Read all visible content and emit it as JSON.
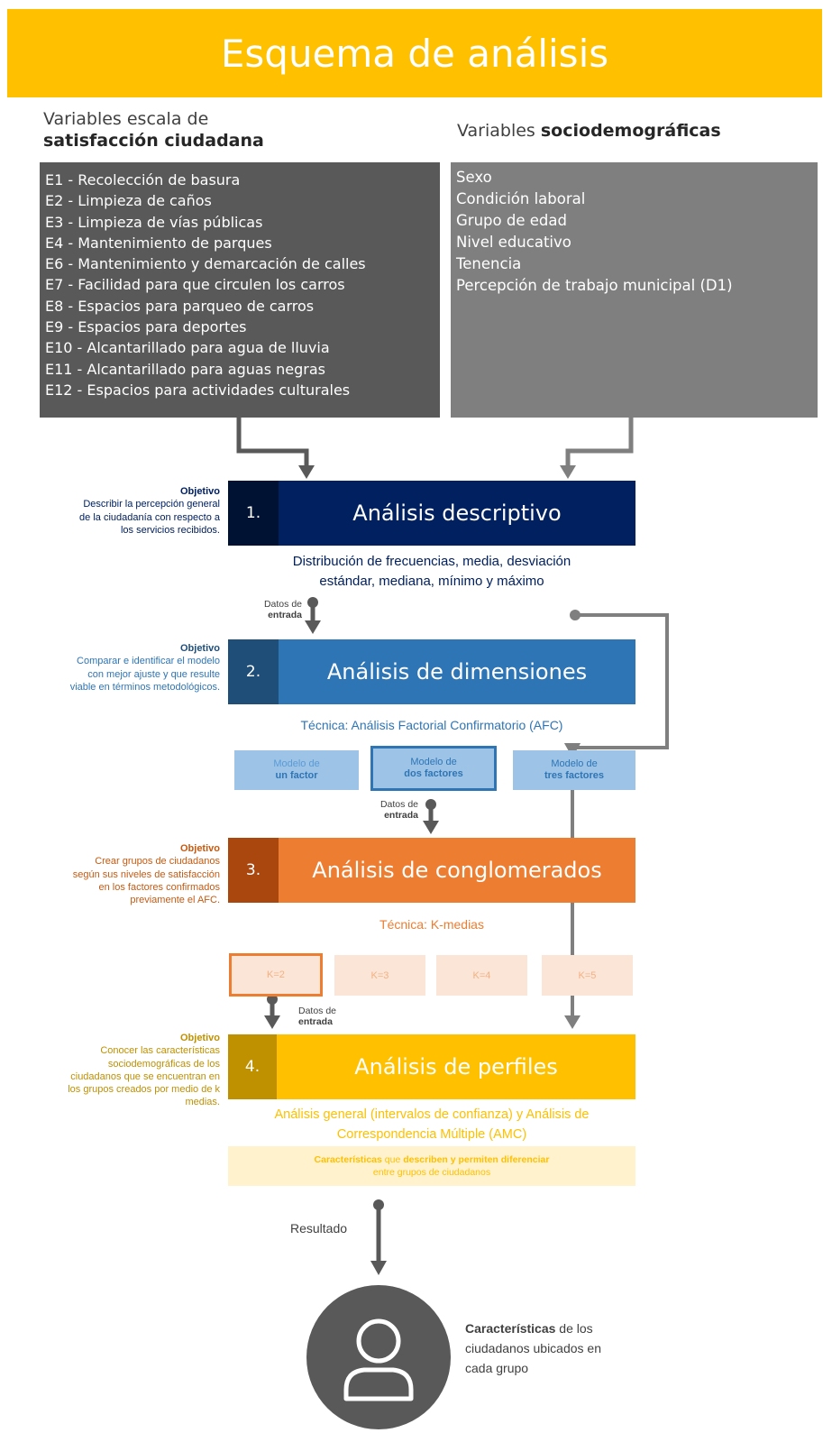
{
  "title": "Esquema de análisis",
  "left_header": {
    "line1": "Variables escala de",
    "line2": "satisfacción ciudadana"
  },
  "right_header": {
    "prefix": "Variables ",
    "bold": "sociodemográficas"
  },
  "satisfaction_items": [
    "E1 - Recolección de basura",
    "E2 - Limpieza de caños",
    "E3 - Limpieza de vías públicas",
    "E4 - Mantenimiento de parques",
    "E6 - Mantenimiento y demarcación de calles",
    "E7 - Facilidad para que circulen los carros",
    "E8 - Espacios para parqueo de carros",
    "E9 - Espacios para deportes",
    "E10 - Alcantarillado para agua de lluvia",
    "E11 - Alcantarillado para aguas negras",
    "E12 - Espacios para actividades culturales"
  ],
  "sociodemographic_items": [
    "Sexo",
    "Condición laboral",
    "Grupo de edad",
    "Nivel educativo",
    "Tenencia",
    "Percepción de trabajo municipal (D1)"
  ],
  "objective_label": "Objetivo",
  "stage1": {
    "number": "1.",
    "title": "Análisis descriptivo",
    "objective": [
      "Describir la percepción general",
      "de la ciudadanía con respecto a",
      "los servicios recibidos."
    ],
    "description": [
      "Distribución de frecuencias, media, desviación",
      "estándar, mediana, mínimo y máximo"
    ]
  },
  "input_label": {
    "line1": "Datos de",
    "line2": "entrada"
  },
  "stage2": {
    "number": "2.",
    "title": "Análisis de dimensiones",
    "objective": [
      "Comparar e identificar el modelo",
      "con mejor ajuste y que resulte",
      "viable en términos metodológicos."
    ],
    "technique": "Técnica: Análisis Factorial Confirmatorio (AFC)",
    "models": [
      {
        "line1": "Modelo de",
        "line2": "un factor"
      },
      {
        "line1": "Modelo de",
        "line2": "dos factores"
      },
      {
        "line1": "Modelo de",
        "line2": "tres factores"
      }
    ]
  },
  "stage3": {
    "number": "3.",
    "title": "Análisis de conglomerados",
    "objective": [
      "Crear grupos de ciudadanos",
      "según sus niveles de satisfacción",
      "en los factores confirmados",
      "previamente el AFC."
    ],
    "technique": "Técnica: K-medias",
    "k_values": [
      "K=2",
      "K=3",
      "K=4",
      "K=5"
    ]
  },
  "stage4": {
    "number": "4.",
    "title": "Análisis de perfiles",
    "objective": [
      "Conocer las características",
      "sociodemográficas de los",
      "ciudadanos que se encuentran en",
      "los grupos creados por medio de k",
      "medias."
    ],
    "description": [
      "Análisis general (intervalos de confianza) y Análisis de",
      "Correspondencia Múltiple (AMC)"
    ],
    "note": {
      "bold1": "Características",
      "mid": " que ",
      "bold2": "describen y permiten diferenciar",
      "line2": "entre grupos de ciudadanos"
    }
  },
  "result_label": "Resultado",
  "result": {
    "bold": "Características",
    "line1_rest": " de los",
    "line2": "ciudadanos ubicados en",
    "line3": "cada grupo"
  },
  "colors": {
    "banner": "#ffc000",
    "stage1": "#002060",
    "stage1_num": "#001233",
    "stage2": "#2e75b6",
    "stage2_num": "#1f4e79",
    "stage3": "#ed7d31",
    "stage3_num": "#a9470f",
    "stage4": "#ffc000",
    "stage4_num": "#bf9000",
    "arrow": "#595959"
  },
  "icons": [
    "person-icon"
  ]
}
